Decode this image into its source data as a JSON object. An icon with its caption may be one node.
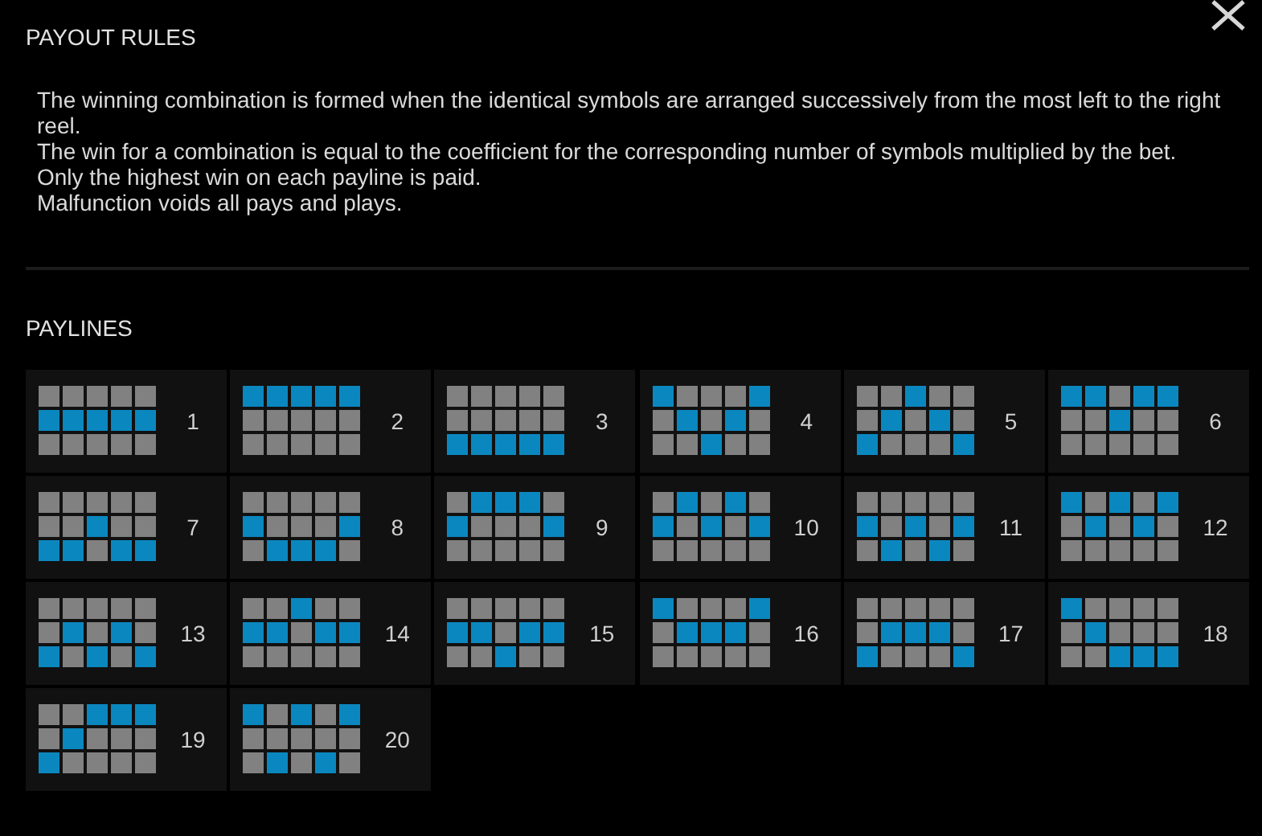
{
  "diagram": {
    "title": "PAYOUT RULES",
    "nodes": [
      {
        "text": [
          "1"
        ]
      },
      {
        "text": [
          "2"
        ]
      },
      {
        "text": [
          "3"
        ]
      },
      {
        "text": [
          "4"
        ]
      },
      {
        "text": [
          "5"
        ]
      },
      {
        "text": [
          "6"
        ]
      },
      {
        "text": [
          "7"
        ]
      },
      {
        "text": [
          "8"
        ]
      },
      {
        "text": [
          "9"
        ]
      },
      {
        "text": [
          "10"
        ]
      },
      {
        "text": [
          "11"
        ]
      },
      {
        "text": [
          "12"
        ]
      },
      {
        "text": [
          "13"
        ]
      },
      {
        "text": [
          "14"
        ]
      },
      {
        "text": [
          "15"
        ]
      },
      {
        "text": [
          "16"
        ]
      },
      {
        "text": [
          "17"
        ]
      },
      {
        "text": [
          "18"
        ]
      },
      {
        "text": [
          "19"
        ]
      },
      {
        "text": [
          "20"
        ]
      }
    ],
    "edges": [],
    "labels": [
      "The winning combination is formed when the identical symbols are arranged successively from the most left to the right reel.",
      "The win for a combination is equal to the coefficient for the corresponding number of symbols multiplied by the bet.",
      "Only the highest win on each payline is paid.",
      "Malfunction voids all pays and plays.",
      "PAYLINES"
    ]
  }
}
